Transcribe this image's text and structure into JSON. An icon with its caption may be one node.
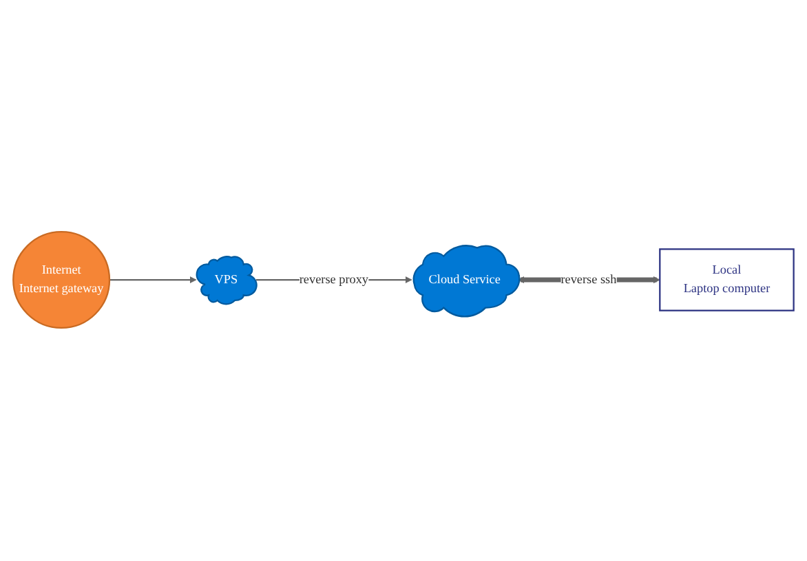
{
  "diagram": {
    "nodes": [
      {
        "text": [
          "Internet",
          "Internet gateway"
        ]
      },
      {
        "text": [
          "VPS"
        ]
      },
      {
        "text": [
          "Cloud Service"
        ]
      },
      {
        "text": [
          "Local",
          "Laptop computer"
        ]
      }
    ],
    "edges": [
      {
        "from": 0,
        "to": 1,
        "arrow": "to"
      },
      {
        "from": 1,
        "to": 2,
        "arrow": "to",
        "label": "reverse proxy"
      },
      {
        "from": 2,
        "to": 3,
        "arrow": "both",
        "label": "reverse ssh",
        "style": "thick"
      }
    ]
  }
}
